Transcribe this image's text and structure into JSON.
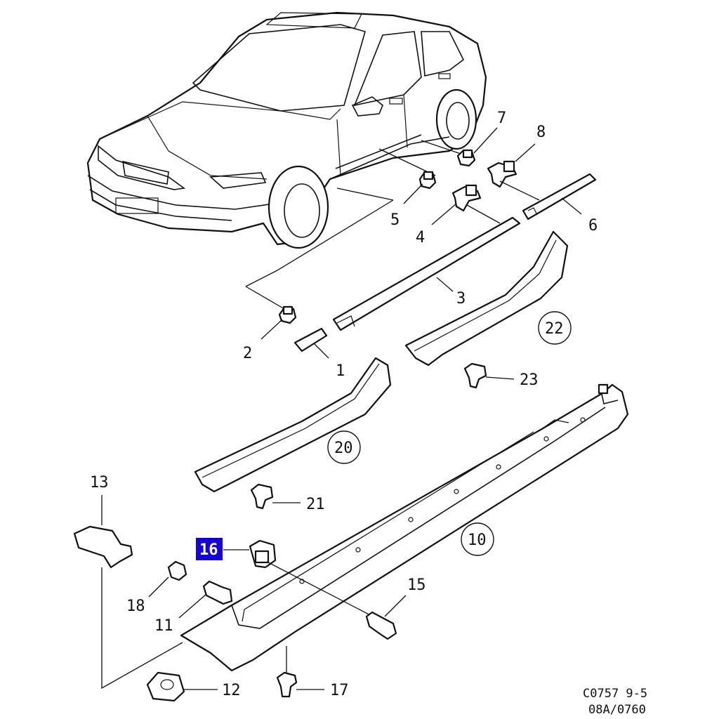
{
  "diagram": {
    "callouts": [
      {
        "id": "c1",
        "label": "1"
      },
      {
        "id": "c2",
        "label": "2"
      },
      {
        "id": "c3",
        "label": "3"
      },
      {
        "id": "c4",
        "label": "4"
      },
      {
        "id": "c5",
        "label": "5"
      },
      {
        "id": "c6",
        "label": "6"
      },
      {
        "id": "c7",
        "label": "7"
      },
      {
        "id": "c8",
        "label": "8"
      },
      {
        "id": "c10",
        "label": "10"
      },
      {
        "id": "c11",
        "label": "11"
      },
      {
        "id": "c12",
        "label": "12"
      },
      {
        "id": "c13",
        "label": "13"
      },
      {
        "id": "c15",
        "label": "15"
      },
      {
        "id": "c16",
        "label": "16",
        "highlighted": true
      },
      {
        "id": "c17",
        "label": "17"
      },
      {
        "id": "c18",
        "label": "18"
      },
      {
        "id": "c20",
        "label": "20"
      },
      {
        "id": "c21",
        "label": "21"
      },
      {
        "id": "c22",
        "label": "22"
      },
      {
        "id": "c23",
        "label": "23"
      }
    ],
    "code_line1": "C0757 9-5",
    "code_line2": "08A/0760",
    "highlight_color": "#1400d6"
  }
}
